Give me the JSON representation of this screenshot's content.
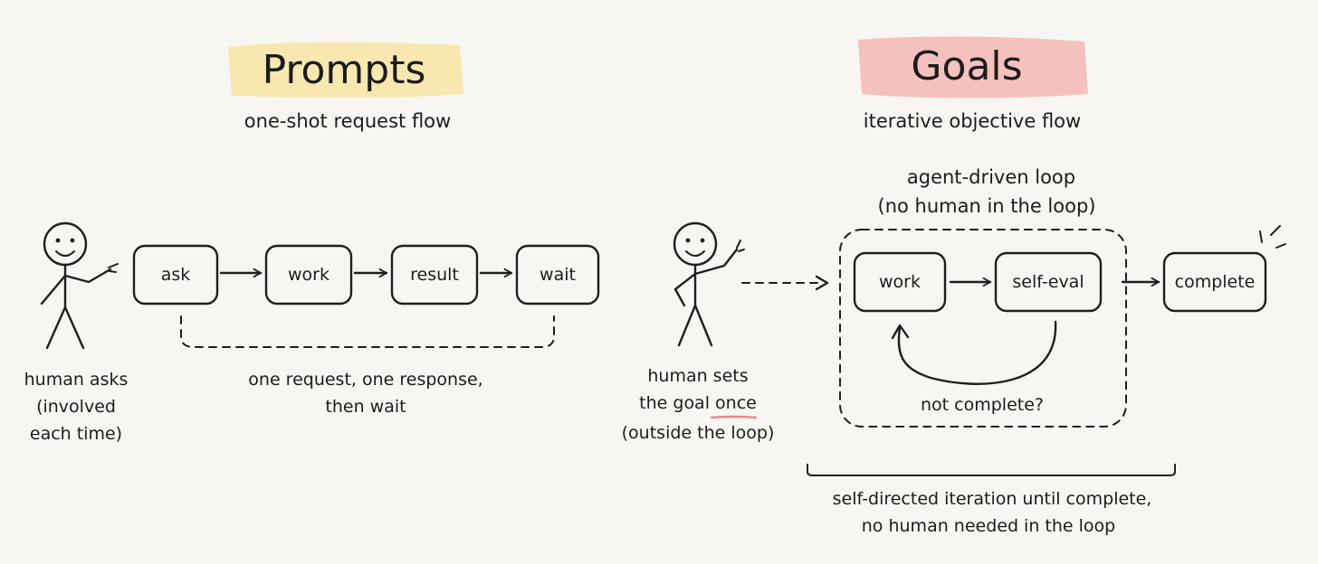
{
  "left": {
    "title": "Prompts",
    "subtitle": "one-shot request flow",
    "steps": [
      "ask",
      "work",
      "result",
      "wait"
    ],
    "actor_caption": [
      "human asks",
      "(involved",
      "each time)"
    ],
    "loop_caption": [
      "one request, one response,",
      "then wait"
    ]
  },
  "right": {
    "title": "Goals",
    "subtitle": "iterative objective flow",
    "loop_title": [
      "agent-driven loop",
      "(no human in the loop)"
    ],
    "steps": [
      "work",
      "self-eval"
    ],
    "result": "complete",
    "feedback_label": "not complete?",
    "actor_caption": [
      "human sets",
      "the goal once",
      "(outside the loop)"
    ],
    "brace_caption": [
      "self-directed iteration until complete,",
      "no human needed in the loop"
    ]
  },
  "colors": {
    "prompts_highlight": "#f7e7a9",
    "goals_highlight": "#f4b7b4",
    "work_fill": "#f7eab5",
    "self_eval_fill": "#f6c9c7",
    "complete_fill": "#d6efbf",
    "once_underline": "#e88b86"
  }
}
